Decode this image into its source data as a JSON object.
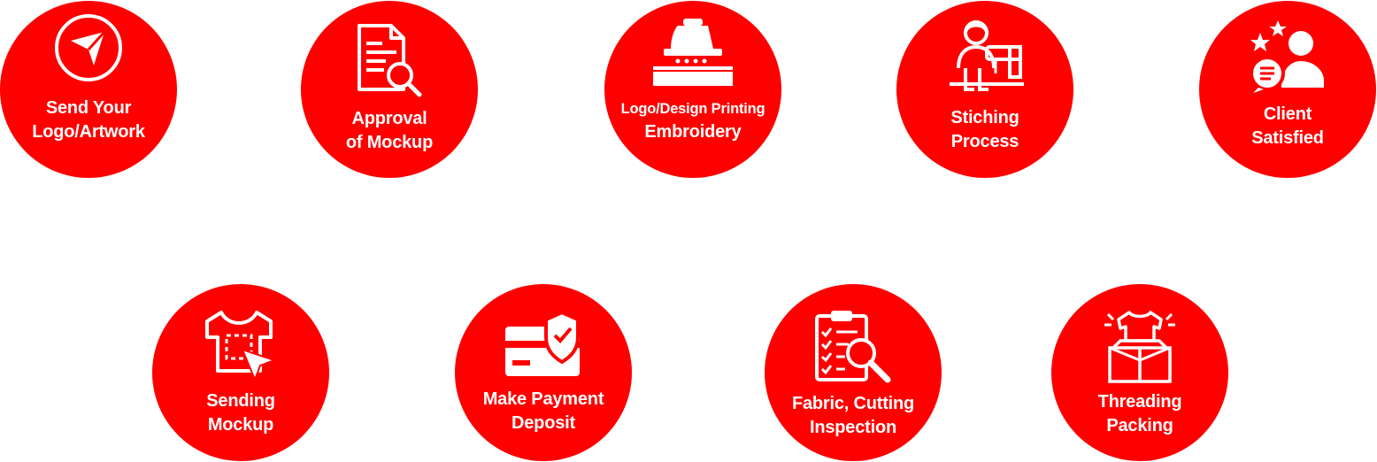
{
  "colors": {
    "circle": "#ff0000",
    "text": "#ffffff",
    "background": "#ffffff"
  },
  "steps": [
    {
      "icon": "send-arrow-icon",
      "line1": "Send Your",
      "line2": "Logo/Artwork"
    },
    {
      "icon": "document-search-icon",
      "line1": "Approval",
      "line2": "of Mockup"
    },
    {
      "icon": "iron-press-icon",
      "line1": "Logo/Design Printing",
      "line2": "Embroidery"
    },
    {
      "icon": "sewing-machine-icon",
      "line1": "Stiching",
      "line2": "Process"
    },
    {
      "icon": "client-review-icon",
      "line1": "Client",
      "line2": "Satisfied"
    },
    {
      "icon": "shirt-mockup-icon",
      "line1": "Sending",
      "line2": "Mockup"
    },
    {
      "icon": "card-shield-icon",
      "line1": "Make Payment",
      "line2": "Deposit"
    },
    {
      "icon": "clipboard-inspect-icon",
      "line1": "Fabric, Cutting",
      "line2": "Inspection"
    },
    {
      "icon": "box-shirt-icon",
      "line1": "Threading",
      "line2": "Packing"
    }
  ]
}
